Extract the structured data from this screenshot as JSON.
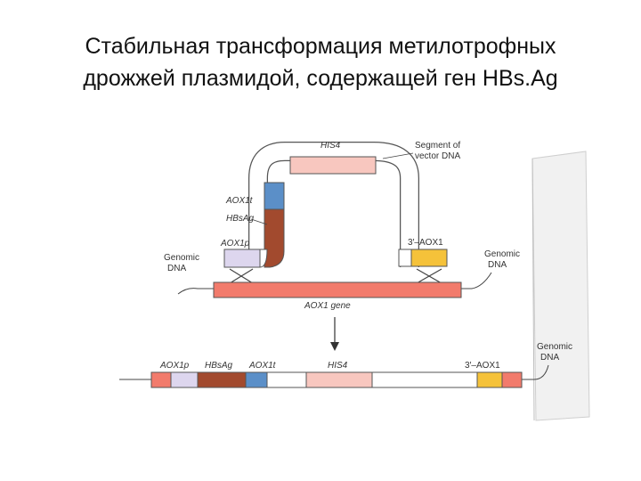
{
  "title": {
    "line1": "Стабильная трансформация метилотрофных",
    "line2": "дрожжей плазмидой, содержащей ген HBs.Ag"
  },
  "diagram": {
    "vector_labels": {
      "his4": "HIS4",
      "segment_line1": "Segment of",
      "segment_line2": "vector DNA",
      "aox1t": "AOX1t",
      "hbsag": "HBsAg",
      "aox1p": "AOX1p",
      "three_aox1": "3′–AOX1",
      "genomic_left_line1": "Genomic",
      "genomic_left_line2": "DNA",
      "genomic_right_line1": "Genomic",
      "genomic_right_line2": "DNA",
      "aox1_gene": "AOX1 gene"
    },
    "result_labels": {
      "aox1p": "AOX1p",
      "hbsag": "HBsAg",
      "aox1t": "AOX1t",
      "his4": "HIS4",
      "three_aox1": "3′–AOX1",
      "genomic_line1": "Genomic",
      "genomic_line2": "DNA"
    },
    "colors": {
      "his4": "#f8c7bf",
      "aox1t": "#5b8fc8",
      "hbsag": "#a24a2e",
      "aox1p": "#ddd6ee",
      "three_aox1": "#f5c23a",
      "aox1_gene": "#f27b6c",
      "vector_segment": "#ffffff",
      "outline": "#555555"
    }
  }
}
